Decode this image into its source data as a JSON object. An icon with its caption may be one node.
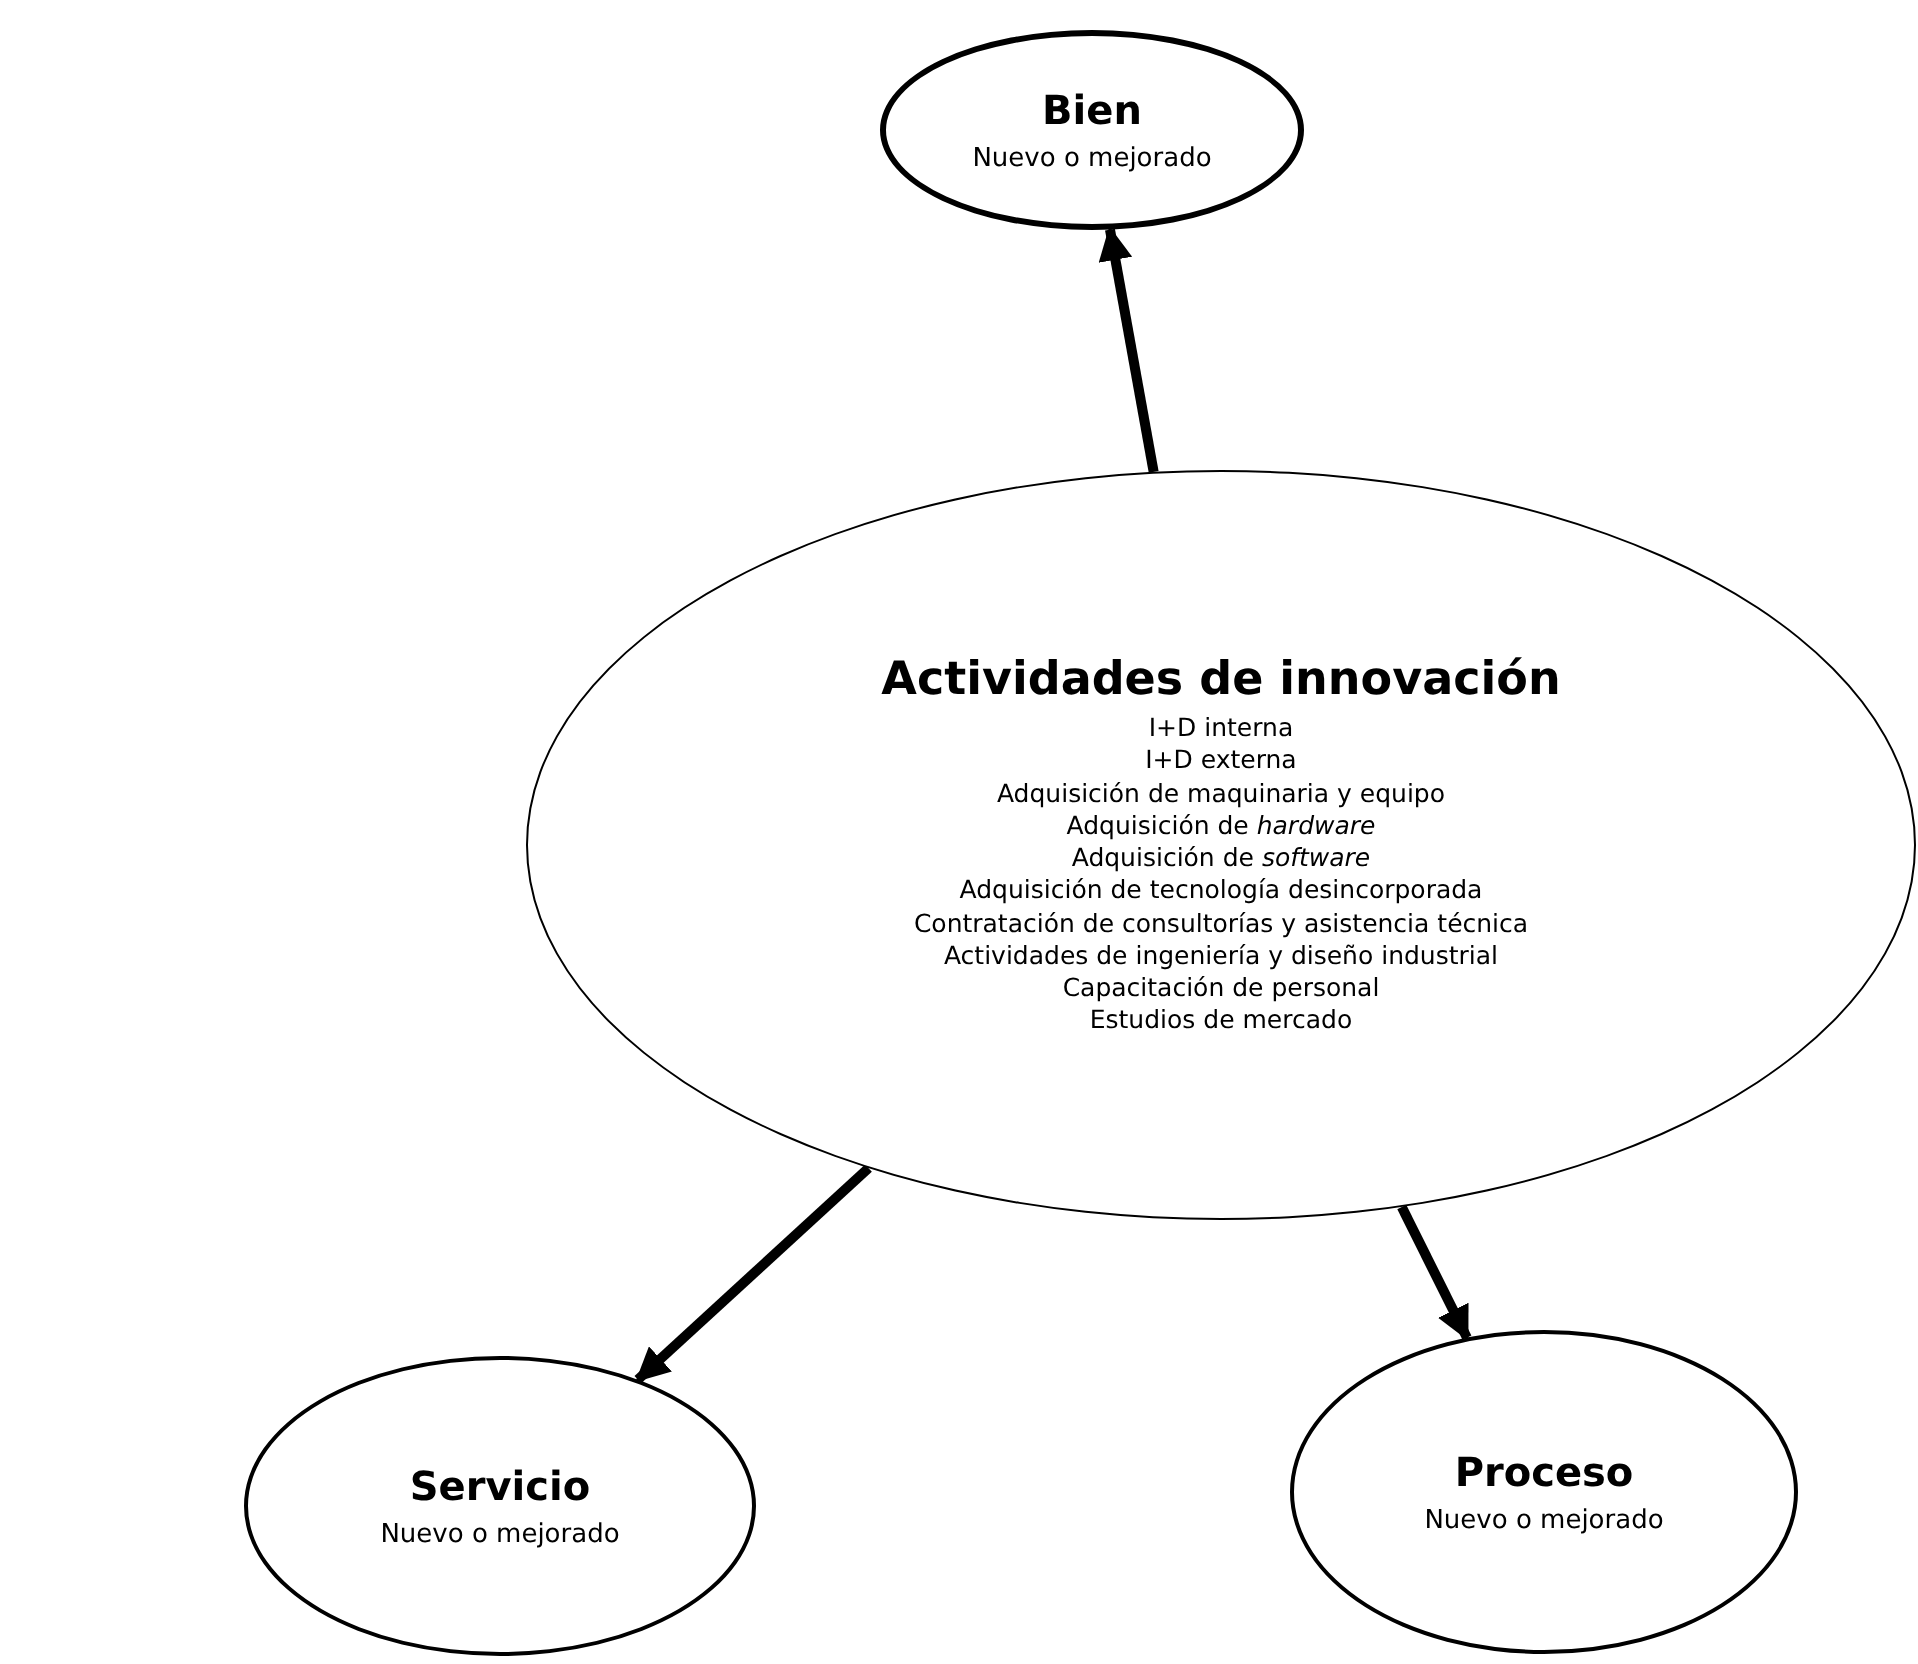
{
  "diagram": {
    "nodes": [
      {
        "text": [
          "Bien",
          "Nuevo o mejorado"
        ]
      },
      {
        "text": [
          "Actividades de innovación",
          "I+D interna",
          "I+D externa",
          "Adquisición de maquinaria y equipo",
          "Adquisición de *hardware*",
          "Adquisición de *software*",
          "Adquisición de tecnología desincorporada",
          "Contratación de consultorías y asistencia técnica",
          "Actividades de ingeniería y diseño industrial",
          "Capacitación de personal",
          "Estudios de mercado"
        ]
      },
      {
        "text": [
          "Servicio",
          "Nuevo o mejorado"
        ]
      },
      {
        "text": [
          "Proceso",
          "Nuevo o mejorado"
        ]
      }
    ],
    "edges": [
      {
        "from": 1,
        "to": 0,
        "arrow": "to"
      },
      {
        "from": 1,
        "to": 2,
        "arrow": "to"
      },
      {
        "from": 1,
        "to": 3,
        "arrow": "to"
      }
    ]
  }
}
